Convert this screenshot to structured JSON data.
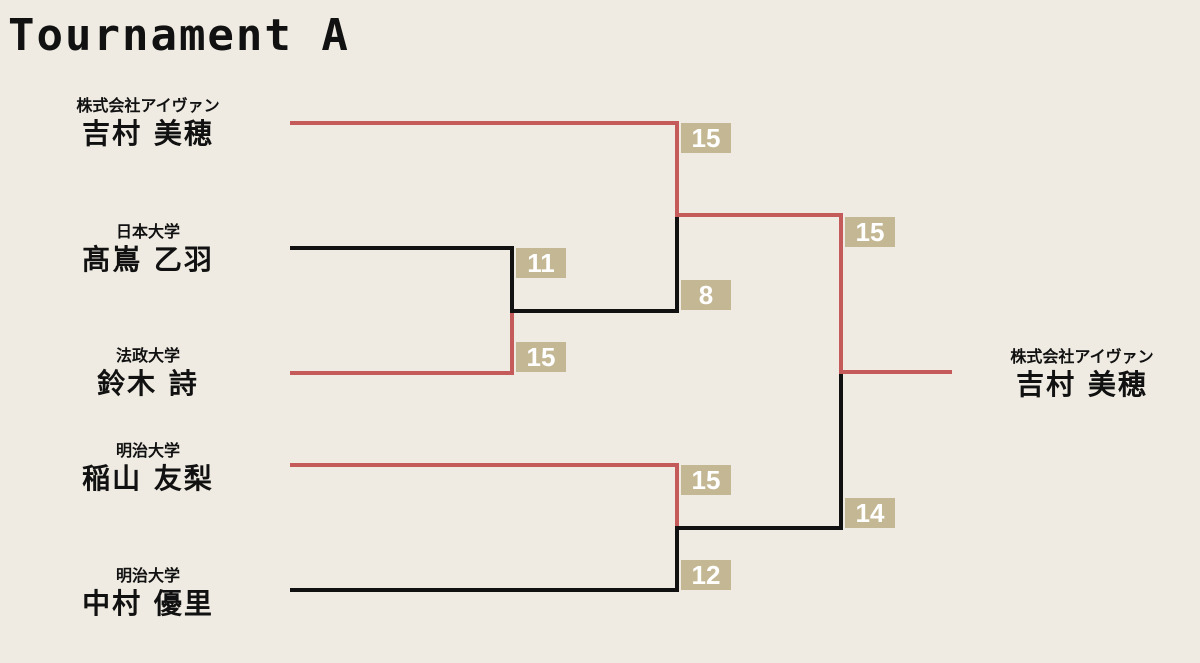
{
  "title": "Tournament A",
  "colors": {
    "background": "#efebe2",
    "winner_line": "#c45a5a",
    "loser_line": "#111111",
    "score_box": "#c4b894"
  },
  "players": [
    {
      "affiliation": "株式会社アイヴァン",
      "name": "吉村 美穂"
    },
    {
      "affiliation": "日本大学",
      "name": "髙嶌 乙羽"
    },
    {
      "affiliation": "法政大学",
      "name": "鈴木 詩"
    },
    {
      "affiliation": "明治大学",
      "name": "稲山 友梨"
    },
    {
      "affiliation": "明治大学",
      "name": "中村 優里"
    }
  ],
  "champion": {
    "affiliation": "株式会社アイヴァン",
    "name": "吉村 美穂"
  },
  "matches": [
    {
      "round": 1,
      "players": [
        "髙嶌 乙羽",
        "鈴木 詩"
      ],
      "scores": [
        "11",
        "15"
      ],
      "winner": "鈴木 詩"
    },
    {
      "round": 1,
      "players": [
        "稲山 友梨",
        "中村 優里"
      ],
      "scores": [
        "15",
        "12"
      ],
      "winner": "稲山 友梨"
    },
    {
      "round": 2,
      "players": [
        "吉村 美穂",
        "鈴木 詩"
      ],
      "scores": [
        "15",
        "8"
      ],
      "winner": "吉村 美穂"
    },
    {
      "round": 3,
      "players": [
        "吉村 美穂",
        "稲山 友梨"
      ],
      "scores": [
        "15",
        "14"
      ],
      "winner": "吉村 美穂"
    }
  ]
}
